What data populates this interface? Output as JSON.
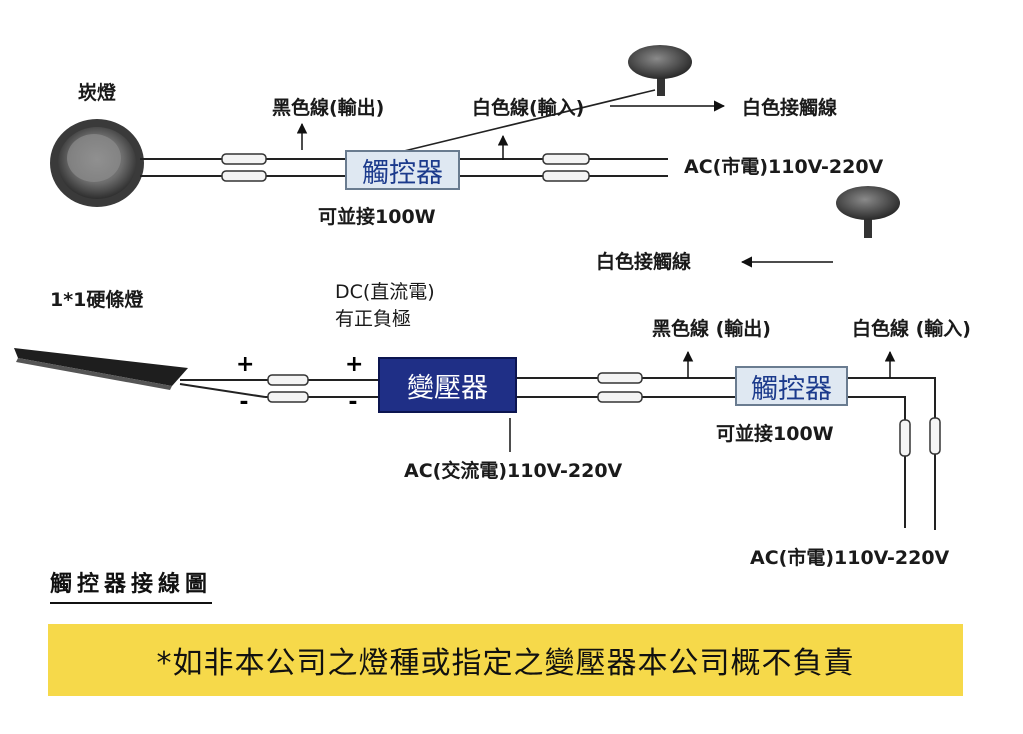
{
  "labels": {
    "cabinet_lamp": "崁燈",
    "black_wire_output_top": "黑色線(輸出)",
    "white_wire_input_top": "白色線(輸入)",
    "white_touch_wire_top": "白色接觸線",
    "ac_mains_top": "AC(市電)110V-220V",
    "parallel_100w_top": "可並接100W",
    "white_touch_wire_mid": "白色接觸線",
    "hard_strip_lamp": "1*1硬條燈",
    "dc_line1": "DC(直流電)",
    "dc_line2": "有正負極",
    "black_wire_output_bottom": "黑色線 (輸出)",
    "white_wire_input_bottom": "白色線 (輸入)",
    "ac_alternating": "AC(交流電)110V-220V",
    "parallel_100w_bottom": "可並接100W",
    "ac_mains_bottom": "AC(市電)110V-220V"
  },
  "components": {
    "touch_controller_top": "觸控器",
    "transformer": "變壓器",
    "touch_controller_bottom": "觸控器"
  },
  "polarity": {
    "plus": "+",
    "minus": "-"
  },
  "caption": "觸控器接線圖",
  "notice": "*如非本公司之燈種或指定之變壓器本公司概不負責",
  "colors": {
    "notice_background": "#f6d94a",
    "touch_controller_fill": "#dfe8f2",
    "touch_controller_text": "#1b3a8c",
    "transformer_fill": "#1f2f86",
    "transformer_text": "#ffffff"
  },
  "icons": {
    "lamp": "round-downlight-icon",
    "touch_pad": "touch-sensor-mushroom-icon",
    "strip": "led-strip-bar-icon"
  }
}
